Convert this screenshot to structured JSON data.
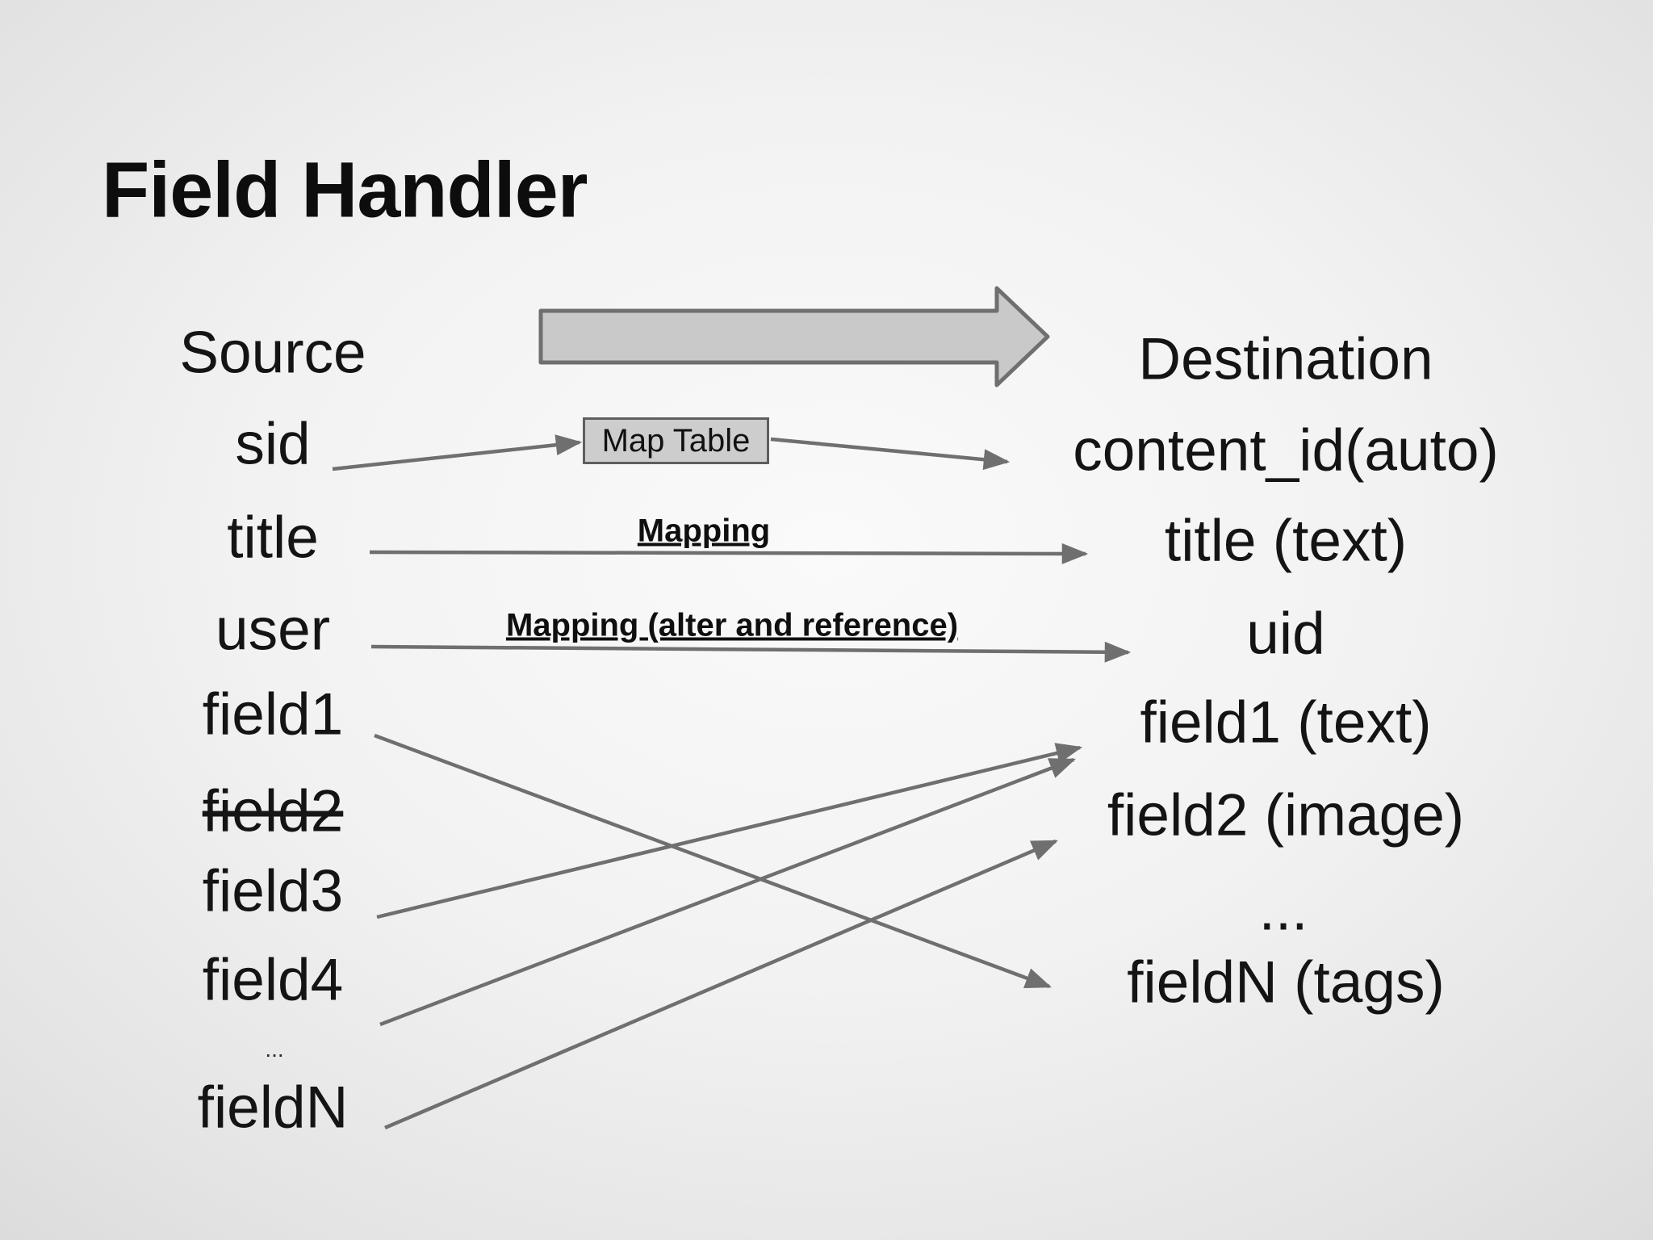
{
  "slide": {
    "title": "Field Handler"
  },
  "colors": {
    "text": "#141414",
    "connector_gray": "#6f6f6f",
    "big_arrow_fill": "#c9c9c9",
    "big_arrow_stroke": "#6f6f6f",
    "map_table_fill": "#cdcdcd",
    "map_table_border": "#5e5e5e",
    "background_center": "#fafafa",
    "background_edge": "#dadada"
  },
  "source_column": {
    "header": "Source",
    "items": [
      "sid",
      "title",
      "user",
      "field1",
      "field2",
      "field3",
      "field4",
      "...",
      "fieldN"
    ],
    "excluded_item": "field2"
  },
  "destination_column": {
    "header": "Destination",
    "items": [
      "content_id(auto)",
      "title (text)",
      "uid",
      "field1 (text)",
      "field2 (image)",
      "...",
      "fieldN (tags)"
    ]
  },
  "map_table": {
    "label": "Map Table"
  },
  "mapping_labels": {
    "title_mapping": "Mapping",
    "user_mapping": "Mapping (alter and reference)"
  },
  "connections": [
    {
      "from": "sid",
      "to": "content_id(auto)",
      "via": "Map Table"
    },
    {
      "from": "title",
      "to": "title (text)",
      "label": "Mapping"
    },
    {
      "from": "user",
      "to": "uid",
      "label": "Mapping (alter and reference)"
    },
    {
      "from": "field1",
      "to": "fieldN (tags)"
    },
    {
      "from": "field3",
      "to": "field1 (text)"
    },
    {
      "from": "field4",
      "to": "field1 (text)"
    },
    {
      "from": "fieldN",
      "to": "field2 (image)"
    }
  ]
}
